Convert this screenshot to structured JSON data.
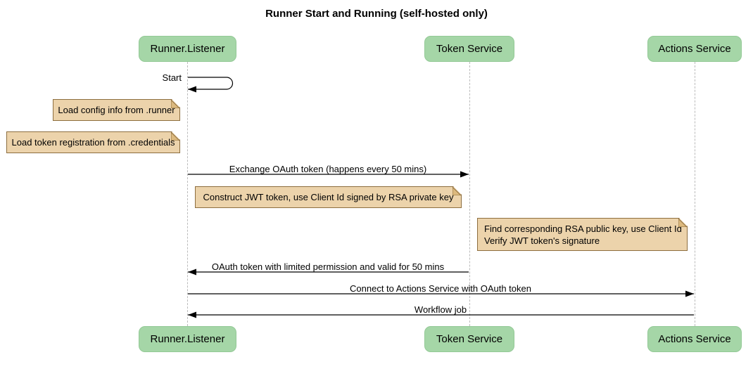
{
  "title": "Runner Start and Running (self-hosted only)",
  "participants": [
    {
      "name": "Runner.Listener"
    },
    {
      "name": "Token Service"
    },
    {
      "name": "Actions Service"
    }
  ],
  "self_message": {
    "label": "Start",
    "actor": "Runner.Listener"
  },
  "messages": [
    {
      "label": "Exchange OAuth token (happens every 50 mins)",
      "from": "Runner.Listener",
      "to": "Token Service"
    },
    {
      "label": "OAuth token with limited permission and valid for 50 mins",
      "from": "Token Service",
      "to": "Runner.Listener"
    },
    {
      "label": "Connect to Actions Service with OAuth token",
      "from": "Runner.Listener",
      "to": "Actions Service"
    },
    {
      "label": "Workflow job",
      "from": "Actions Service",
      "to": "Runner.Listener"
    }
  ],
  "notes": [
    {
      "text": "Load config info from .runner"
    },
    {
      "text": "Load token registration from .credentials"
    },
    {
      "text": "Construct JWT token, use Client Id signed by RSA private key"
    },
    {
      "line1": "Find corresponding RSA public key, use Client Id",
      "line2": "Verify JWT token's signature"
    }
  ],
  "colors": {
    "background": "#ffffff",
    "participant_fill": "#a5d6a7",
    "participant_border": "#93c996",
    "note_fill": "#ecd3ab",
    "note_border": "#8d6e3f",
    "note_fold": "#dcb97e",
    "lifeline": "#bbbbbb",
    "line": "#000000",
    "text": "#000000"
  }
}
